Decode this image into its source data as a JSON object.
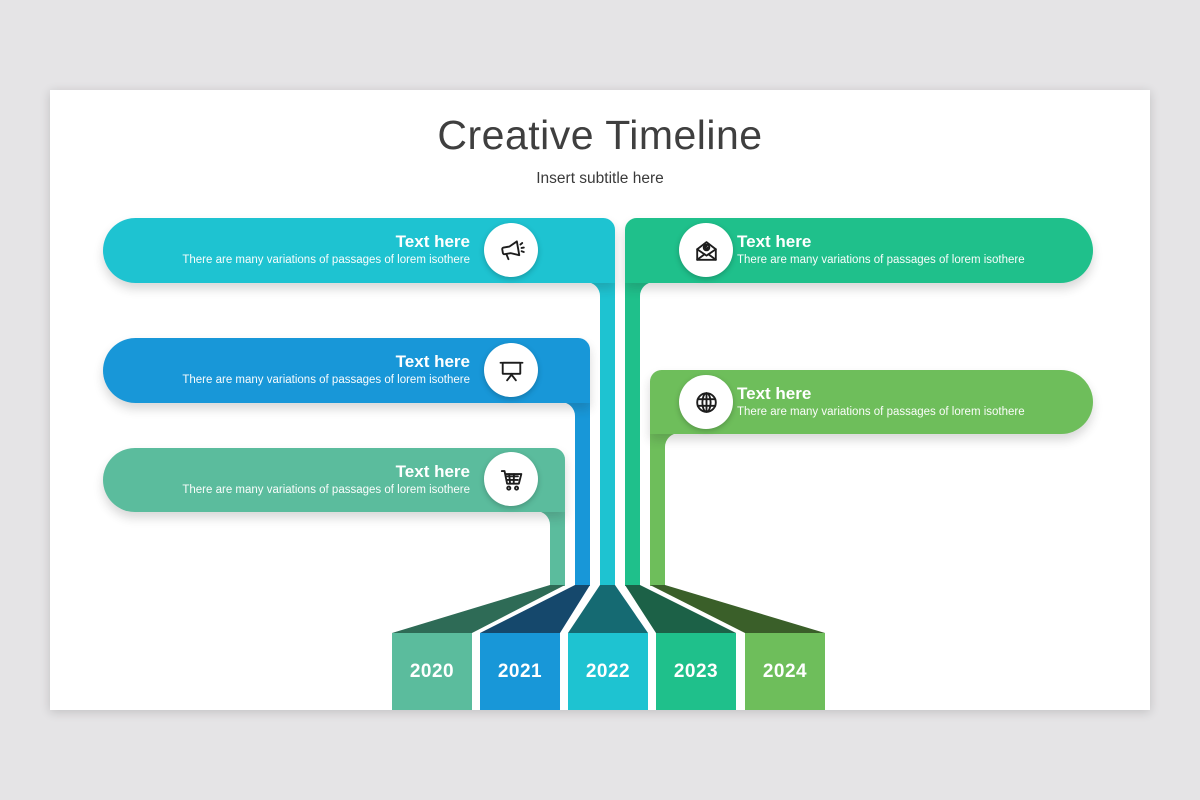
{
  "slide": {
    "title": "Creative Timeline",
    "subtitle": "Insert subtitle here"
  },
  "bars": [
    {
      "id": "left-1",
      "side": "left",
      "title": "Text here",
      "description": "There are many variations of passages of lorem isothere",
      "icon": "megaphone-icon",
      "color": "#1EC3D1",
      "connects_to_year": "2022"
    },
    {
      "id": "left-2",
      "side": "left",
      "title": "Text here",
      "description": "There are many variations of passages of lorem isothere",
      "icon": "presentation-board-icon",
      "color": "#1897D8",
      "connects_to_year": "2021"
    },
    {
      "id": "left-3",
      "side": "left",
      "title": "Text here",
      "description": "There are many variations of passages of lorem isothere",
      "icon": "shopping-cart-icon",
      "color": "#5BBC9D",
      "connects_to_year": "2020"
    },
    {
      "id": "right-1",
      "side": "right",
      "title": "Text here",
      "description": "There are many variations of passages of lorem isothere",
      "icon": "email-icon",
      "color": "#1FC08B",
      "connects_to_year": "2023"
    },
    {
      "id": "right-2",
      "side": "right",
      "title": "Text here",
      "description": "There are many variations of passages of lorem isothere",
      "icon": "globe-icon",
      "color": "#6EBE5B",
      "connects_to_year": "2024"
    }
  ],
  "years": [
    {
      "label": "2020",
      "color": "#5BBC9D",
      "shadow_color": "#2E6B56"
    },
    {
      "label": "2021",
      "color": "#1897D8",
      "shadow_color": "#15486C"
    },
    {
      "label": "2022",
      "color": "#1EC3D1",
      "shadow_color": "#156A72"
    },
    {
      "label": "2023",
      "color": "#1FC08B",
      "shadow_color": "#1C6147"
    },
    {
      "label": "2024",
      "color": "#6EBE5B",
      "shadow_color": "#3A5F29"
    }
  ],
  "palette": {
    "background": "#E5E4E6",
    "slide_background": "#FFFFFF",
    "title_text": "#3F3F3F",
    "bar_text": "#FFFFFF"
  }
}
